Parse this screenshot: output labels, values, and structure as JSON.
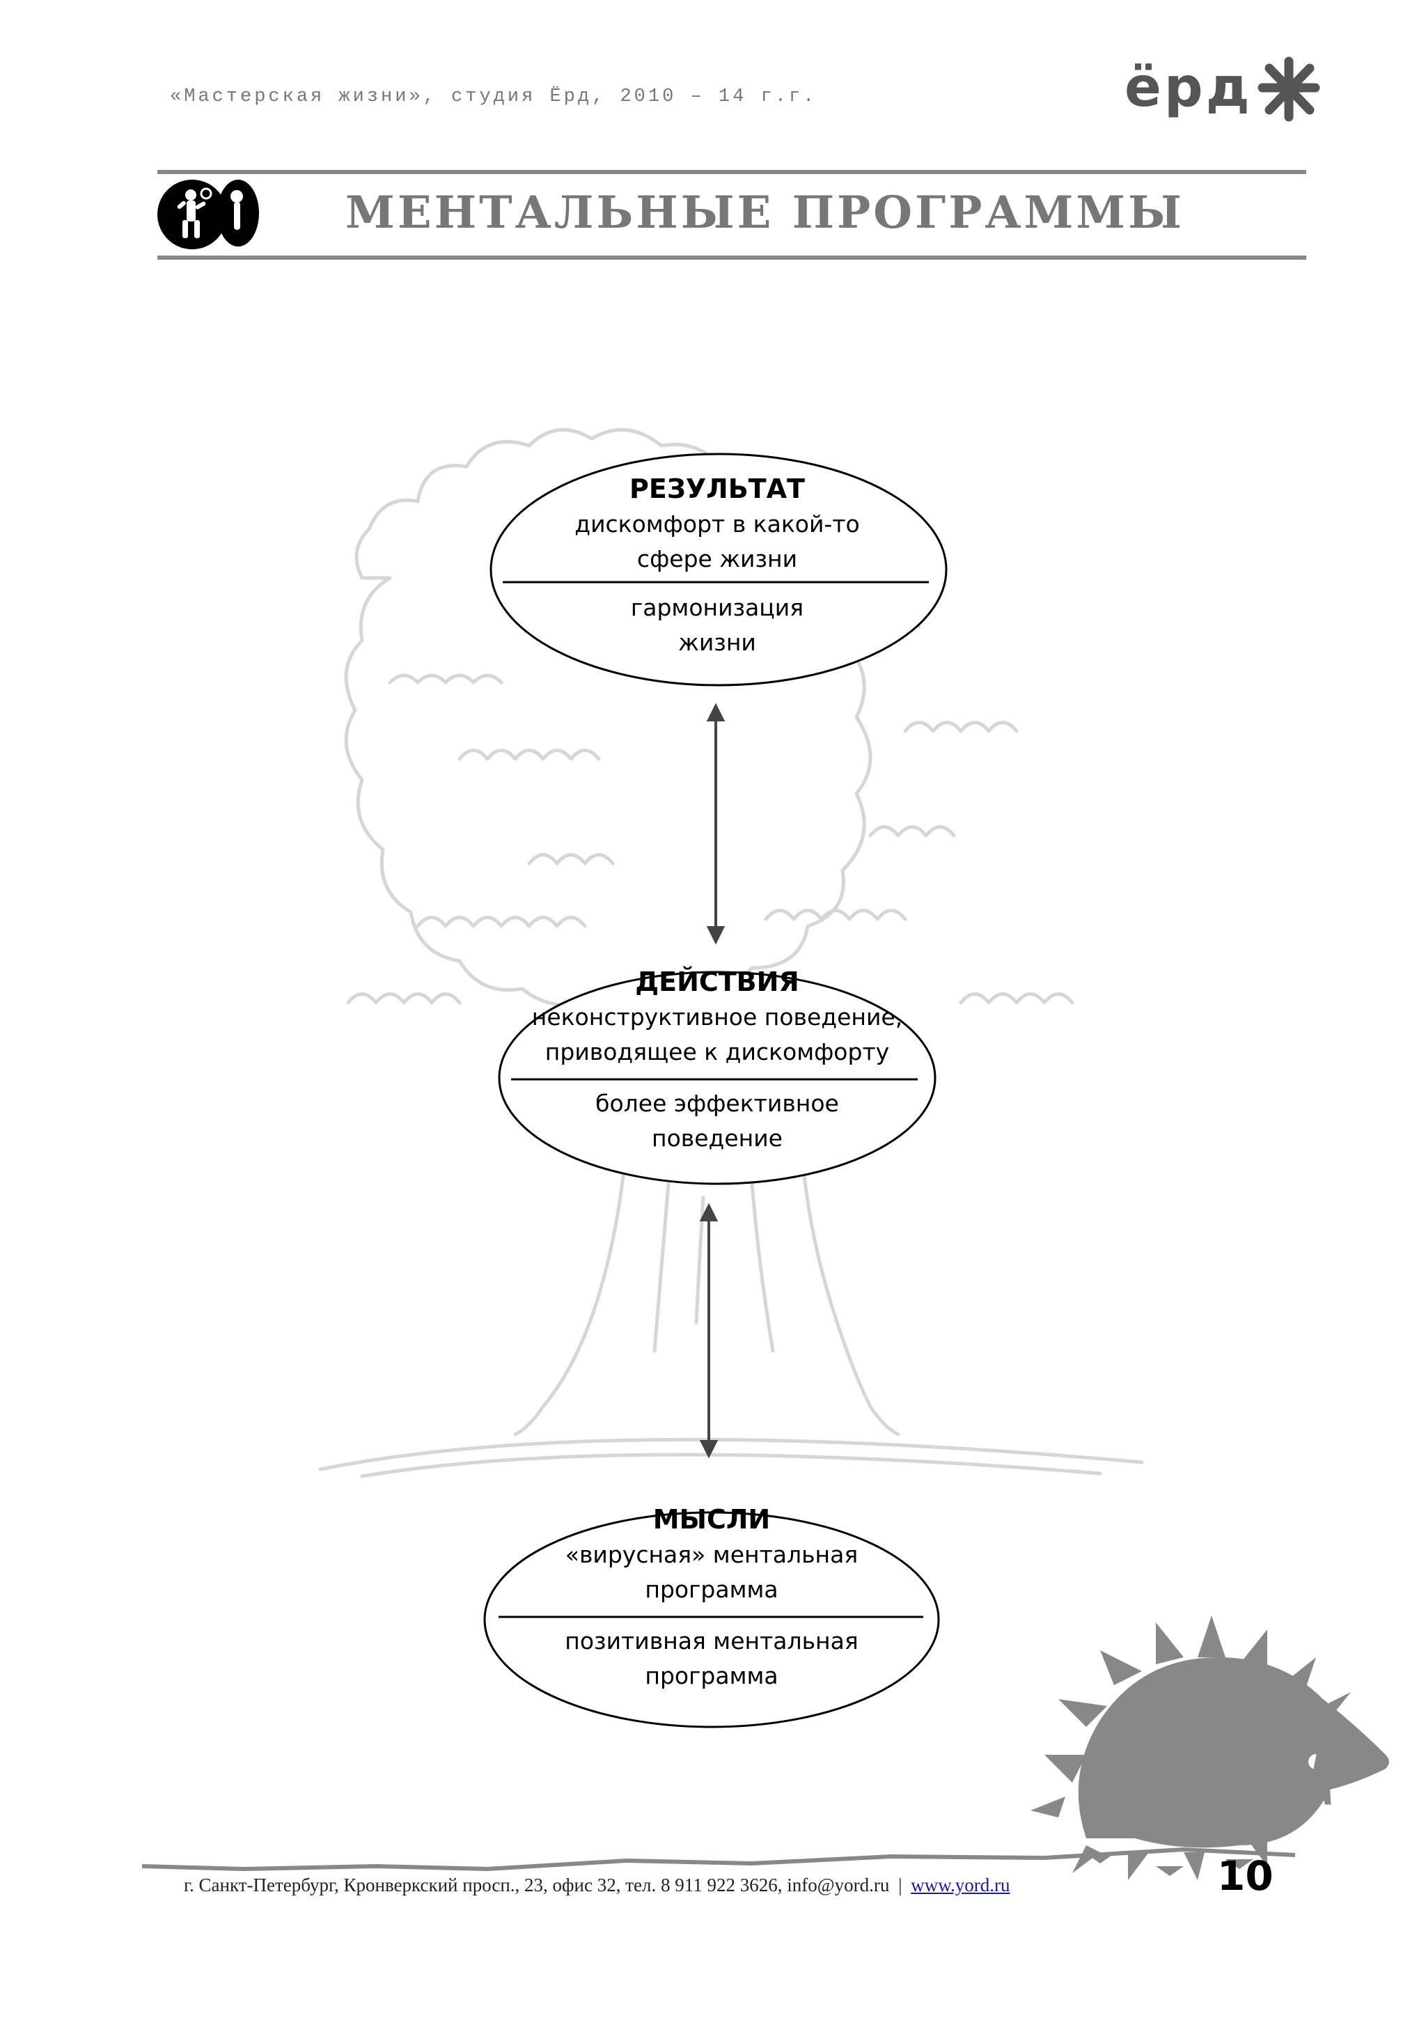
{
  "header": {
    "text": "«Мастерская жизни», студия Ёрд, 2010 – 14 г.г.",
    "brand_logo_text": "ёрд"
  },
  "title": {
    "text": "МЕНТАЛЬНЫЕ ПРОГРАММЫ"
  },
  "diagram": {
    "nodes": [
      {
        "title": "РЕЗУЛЬТАТ",
        "upper": [
          "дискомфорт в какой-то",
          "сфере жизни"
        ],
        "lower": [
          "гармонизация",
          "жизни"
        ]
      },
      {
        "title": "ДЕЙСТВИЯ",
        "upper": [
          "неконструктивное поведение,",
          "приводящее к дискомфорту"
        ],
        "lower": [
          "более эффективное",
          "поведение"
        ]
      },
      {
        "title": "МЫСЛИ",
        "upper": [
          "«вирусная» ментальная",
          "программа"
        ],
        "lower": [
          "позитивная ментальная",
          "программа"
        ]
      }
    ]
  },
  "footer": {
    "address": "г. Санкт-Петербург, Кронверкский просп., 23, офис 32, тел. 8 911 922 3626,",
    "email": "info@yord.ru",
    "separator": "|",
    "website": "www.yord.ru",
    "page_number": "10"
  },
  "colors": {
    "accent_gray": "#777777",
    "rule_gray": "#888888",
    "tree_sketch": "#d4d4d4",
    "hedgehog": "#888888",
    "link": "#1a1aa8"
  }
}
